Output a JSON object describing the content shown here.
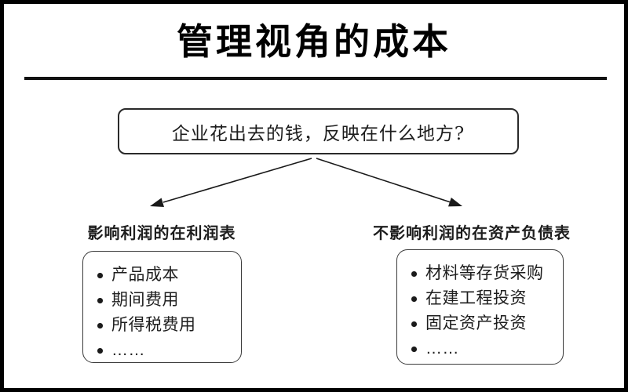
{
  "title": "管理视角的成本",
  "question": "企业花出去的钱，反映在什么地方?",
  "left_branch": {
    "label": "影响利润的在利润表",
    "items": [
      "产品成本",
      "期间费用",
      "所得税费用",
      "……"
    ]
  },
  "right_branch": {
    "label": "不影响利润的在资产负债表",
    "items": [
      "材料等存货采购",
      "在建工程投资",
      "固定资产投资",
      "……"
    ]
  },
  "icons": {
    "arrow_left": "down-left-arrow",
    "arrow_right": "down-right-arrow"
  },
  "colors": {
    "ink": "#1a1a1a",
    "frame_border": "#000000",
    "background": "#ffffff"
  }
}
